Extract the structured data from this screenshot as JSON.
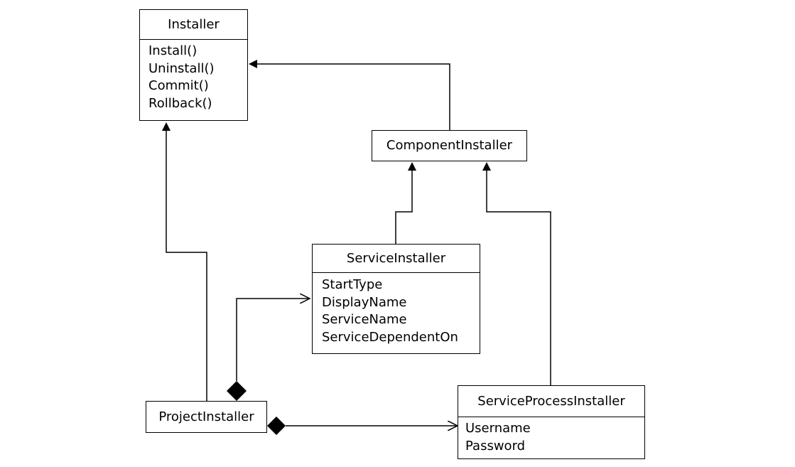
{
  "classes": {
    "installer": {
      "name": "Installer",
      "members": [
        "Install()",
        "Uninstall()",
        "Commit()",
        "Rollback()"
      ]
    },
    "component_installer": {
      "name": "ComponentInstaller"
    },
    "service_installer": {
      "name": "ServiceInstaller",
      "members": [
        "StartType",
        "DisplayName",
        "ServiceName",
        "ServiceDependentOn"
      ]
    },
    "project_installer": {
      "name": "ProjectInstaller"
    },
    "service_process_installer": {
      "name": "ServiceProcessInstaller",
      "members": [
        "Username",
        "Password"
      ]
    }
  },
  "relationships": [
    {
      "from": "component_installer",
      "to": "installer",
      "type": "inheritance"
    },
    {
      "from": "project_installer",
      "to": "installer",
      "type": "inheritance"
    },
    {
      "from": "service_installer",
      "to": "component_installer",
      "type": "inheritance"
    },
    {
      "from": "service_process_installer",
      "to": "component_installer",
      "type": "inheritance"
    },
    {
      "from": "project_installer",
      "to": "service_installer",
      "type": "composition"
    },
    {
      "from": "project_installer",
      "to": "service_process_installer",
      "type": "composition"
    }
  ],
  "colors": {
    "stroke": "#000000",
    "fill": "#ffffff"
  }
}
